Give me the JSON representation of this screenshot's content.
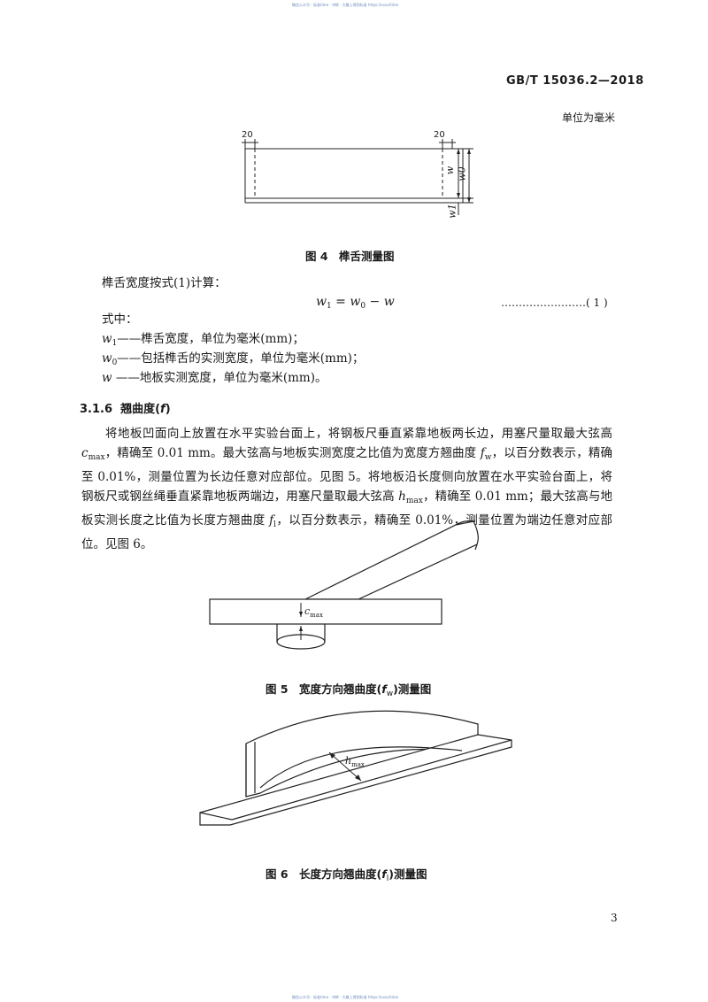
{
  "watermark": {
    "top": "微信公众号：标准time · 冲砖 · 大概上得到标准 https://xxxx/time",
    "bottom": "微信公众号：标准time · 冲砖 · 大概上得到标准 https://xxxx/time"
  },
  "header": {
    "standard_no": "GB/T 15036.2—2018"
  },
  "unit_note": "单位为毫米",
  "fig4": {
    "dim_left": "20",
    "dim_right": "20",
    "label_w": "w",
    "label_w0": "w0",
    "label_w1": "w1",
    "caption": "图 4　榫舌测量图"
  },
  "formula": {
    "intro": "榫舌宽度按式(1)计算：",
    "lhs": "w",
    "lhs_sub": "1",
    "op1": " = ",
    "t1": "w",
    "t1_sub": "0",
    "op2": " − ",
    "t2": "w",
    "dots": "……………………",
    "number": "( 1 )"
  },
  "where": {
    "label": "式中：",
    "items": [
      {
        "sym": "w",
        "sub": "1",
        "text": "——榫舌宽度，单位为毫米(mm)；"
      },
      {
        "sym": "w",
        "sub": "0",
        "text": "——包括榫舌的实测宽度，单位为毫米(mm)；"
      },
      {
        "sym": "w",
        "sub": "",
        "text": " ——地板实测宽度，单位为毫米(mm)。"
      }
    ]
  },
  "section": {
    "number": "3.1.6",
    "title_pre": "翘曲度(",
    "title_sym": "f",
    "title_post": ")"
  },
  "paragraph": {
    "p1": "将地板凹面向上放置在水平实验台面上，将钢板尺垂直紧靠地板两长边，用塞尺量取最大弦高",
    "s1": "c",
    "s1_sub": "max",
    "p2": "，精确至 0.01 mm。最大弦高与地板实测宽度之比值为宽度方翘曲度 ",
    "s2": "f",
    "s2_sub": "w",
    "p3": "，以百分数表示，精确至 0.01%，测量位置为长边任意对应部位。见图 5。将地板沿长度侧向放置在水平实验台面上，将钢板尺或钢丝绳垂直紧靠地板两端边，用塞尺量取最大弦高 ",
    "s3": "h",
    "s3_sub": "max",
    "p4": "，精确至 0.01 mm；最大弦高与地板实测长度之比值为长度方翘曲度 ",
    "s4": "f",
    "s4_sub": "l",
    "p5": "，以百分数表示，精确至 0.01%，测量位置为端边任意对应部位。见图 6。"
  },
  "fig5": {
    "label": "c",
    "label_sub": "max",
    "cap_pre": "图 5　宽度方向翘曲度(",
    "cap_sym": "f",
    "cap_sub": "w",
    "cap_post": ")测量图"
  },
  "fig6": {
    "label": "h",
    "label_sub": "max",
    "cap_pre": "图 6　长度方向翘曲度(",
    "cap_sym": "f",
    "cap_sub": "l",
    "cap_post": ")测量图"
  },
  "page_number": "3"
}
